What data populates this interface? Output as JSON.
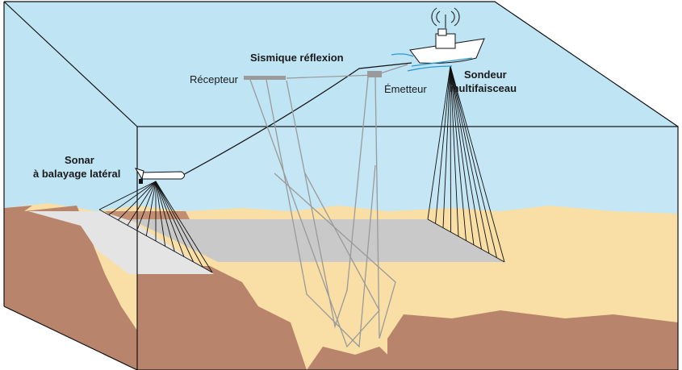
{
  "title": "Sismique réflexion",
  "labels": {
    "seismic": "Sismique réflexion",
    "receiver": "Récepteur",
    "emitter": "Émetteur",
    "multibeam_line1": "Sondeur",
    "multibeam_line2": "multifaisceau",
    "sonar_line1": "Sonar",
    "sonar_line2": "à balayage latéral"
  },
  "colors": {
    "water": "#bfe4f4",
    "sand": "#f9dfa5",
    "rock": "#b9846c",
    "swath": "#c9c9c9",
    "swath_light": "#e4e4e4",
    "ray": "#9a9a9a"
  }
}
